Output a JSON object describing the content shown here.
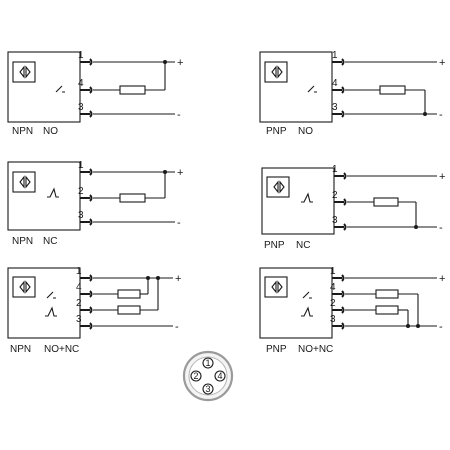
{
  "labels": {
    "npn_no": [
      "NPN",
      "NO"
    ],
    "pnp_no": [
      "PNP",
      "NO"
    ],
    "npn_nc": [
      "NPN",
      "NC"
    ],
    "pnp_nc": [
      "PNP",
      "NC"
    ],
    "npn_nonc": [
      "NPN",
      "NO+NC"
    ],
    "pnp_nonc": [
      "PNP",
      "NO+NC"
    ]
  },
  "pins": {
    "no": [
      "1",
      "4",
      "3"
    ],
    "nc": [
      "1",
      "2",
      "3"
    ],
    "nonc": [
      "1",
      "4",
      "2",
      "3"
    ]
  },
  "signs": {
    "plus": "+",
    "minus": "-"
  },
  "connector": {
    "pins": [
      "1",
      "2",
      "3",
      "4"
    ]
  }
}
